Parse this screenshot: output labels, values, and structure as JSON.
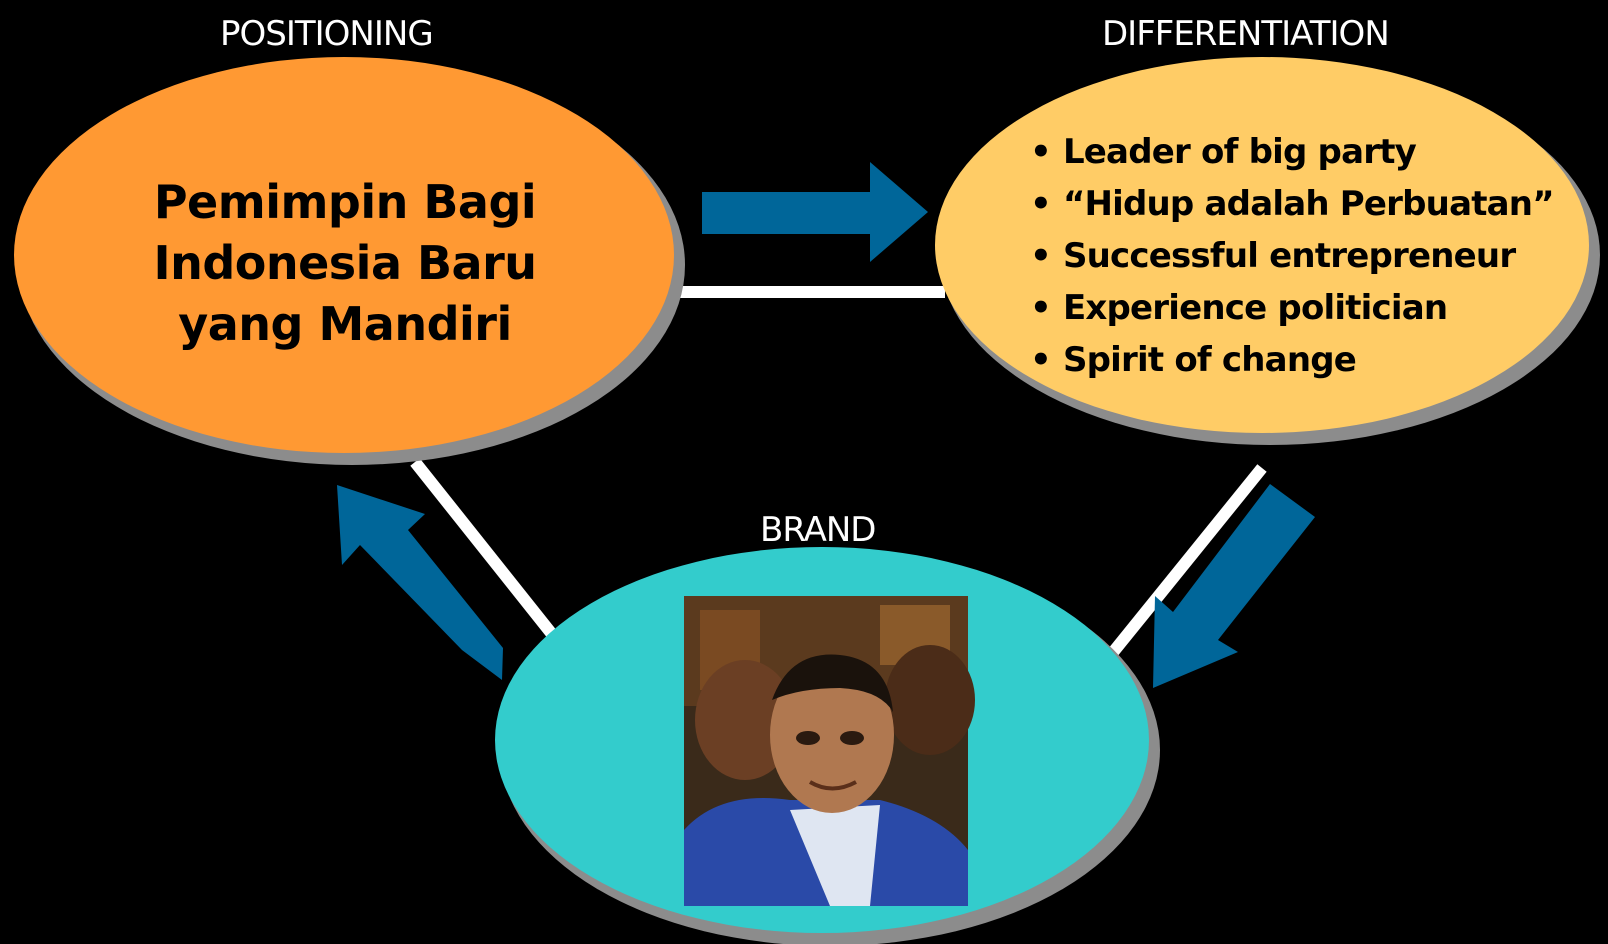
{
  "headings": {
    "positioning": "POSITIONING",
    "differentiation": "DIFFERENTIATION",
    "brand": "BRAND"
  },
  "positioning": {
    "lines": [
      "Pemimpin Bagi",
      "Indonesia Baru",
      "yang Mandiri"
    ]
  },
  "differentiation": {
    "items": [
      "Leader of big party",
      "“Hidup adalah Perbuatan”",
      "Successful entrepreneur",
      "Experience politician",
      "Spirit of change"
    ]
  },
  "colors": {
    "positioning_fill": "#FF9933",
    "differentiation_fill": "#FFCC66",
    "brand_fill": "#33CCCC",
    "arrow": "#006699",
    "shadow": "#8C8C8C",
    "connector": "#FFFFFF"
  }
}
